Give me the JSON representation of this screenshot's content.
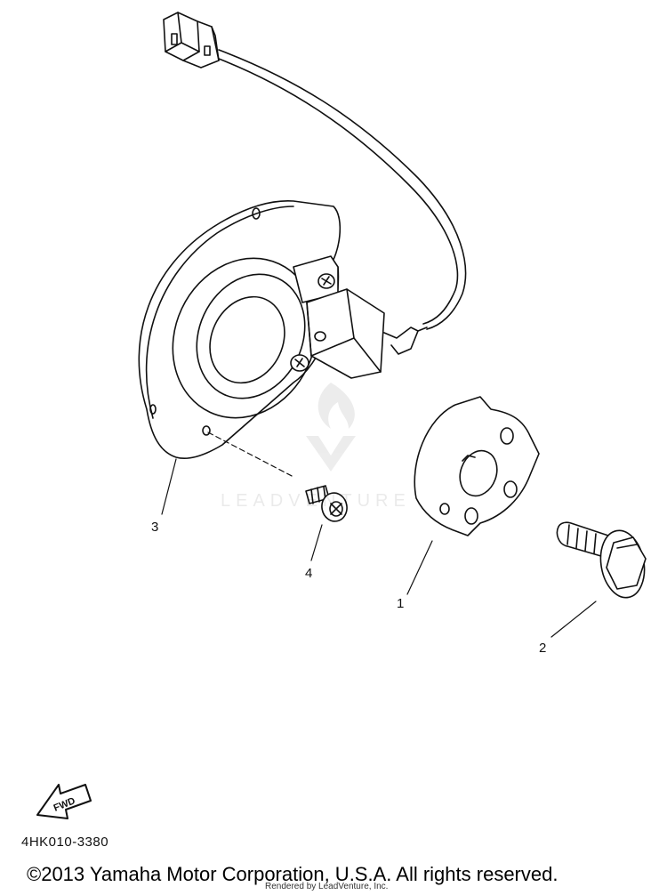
{
  "callouts": {
    "part_1": "1",
    "part_2": "2",
    "part_3": "3",
    "part_4": "4"
  },
  "fwd_label": "FWD",
  "diagram_code": "4HK010-3380",
  "copyright": "©2013 Yamaha Motor Corporation, U.S.A. All rights reserved.",
  "rendered_by": "Rendered by LeadVenture, Inc.",
  "watermark": "LEADVENTURE",
  "colors": {
    "line": "#111111",
    "background": "#ffffff"
  }
}
